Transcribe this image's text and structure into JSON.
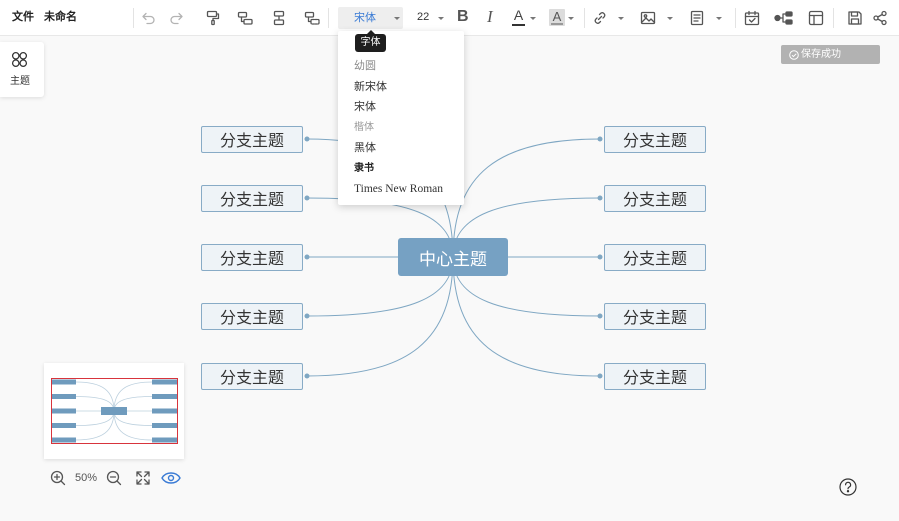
{
  "header": {
    "file_menu": "文件",
    "doc_title": "未命名"
  },
  "toolbar": {
    "font_family": "宋体",
    "font_size": "22",
    "bold_label": "B",
    "italic_label": "I",
    "font_color_label": "A",
    "highlight_label": "A"
  },
  "tooltip": {
    "text": "字体"
  },
  "font_menu": {
    "options": [
      "幼圆",
      "新宋体",
      "宋体",
      "楷体",
      "黑体",
      "隶书",
      "Times New Roman"
    ]
  },
  "side_panel": {
    "theme_label": "主题"
  },
  "status": {
    "save_message": "保存成功"
  },
  "mindmap": {
    "root": "中心主题",
    "left_branches": [
      "分支主题",
      "分支主题",
      "分支主题",
      "分支主题",
      "分支主题"
    ],
    "right_branches": [
      "分支主题",
      "分支主题",
      "分支主题",
      "分支主题",
      "分支主题"
    ]
  },
  "zoom": {
    "level": "50%"
  },
  "colors": {
    "accent": "#3a7bd5",
    "root_fill": "#76a1c3",
    "branch_fill": "#eef3f7",
    "branch_border": "#88abc6",
    "connector": "#7fa7c3",
    "minimap_frame": "#d8343c",
    "minimap_node": "#6f9bbd",
    "status_bg": "#b2b2b2",
    "canvas_bg": "#f9f9f9"
  }
}
